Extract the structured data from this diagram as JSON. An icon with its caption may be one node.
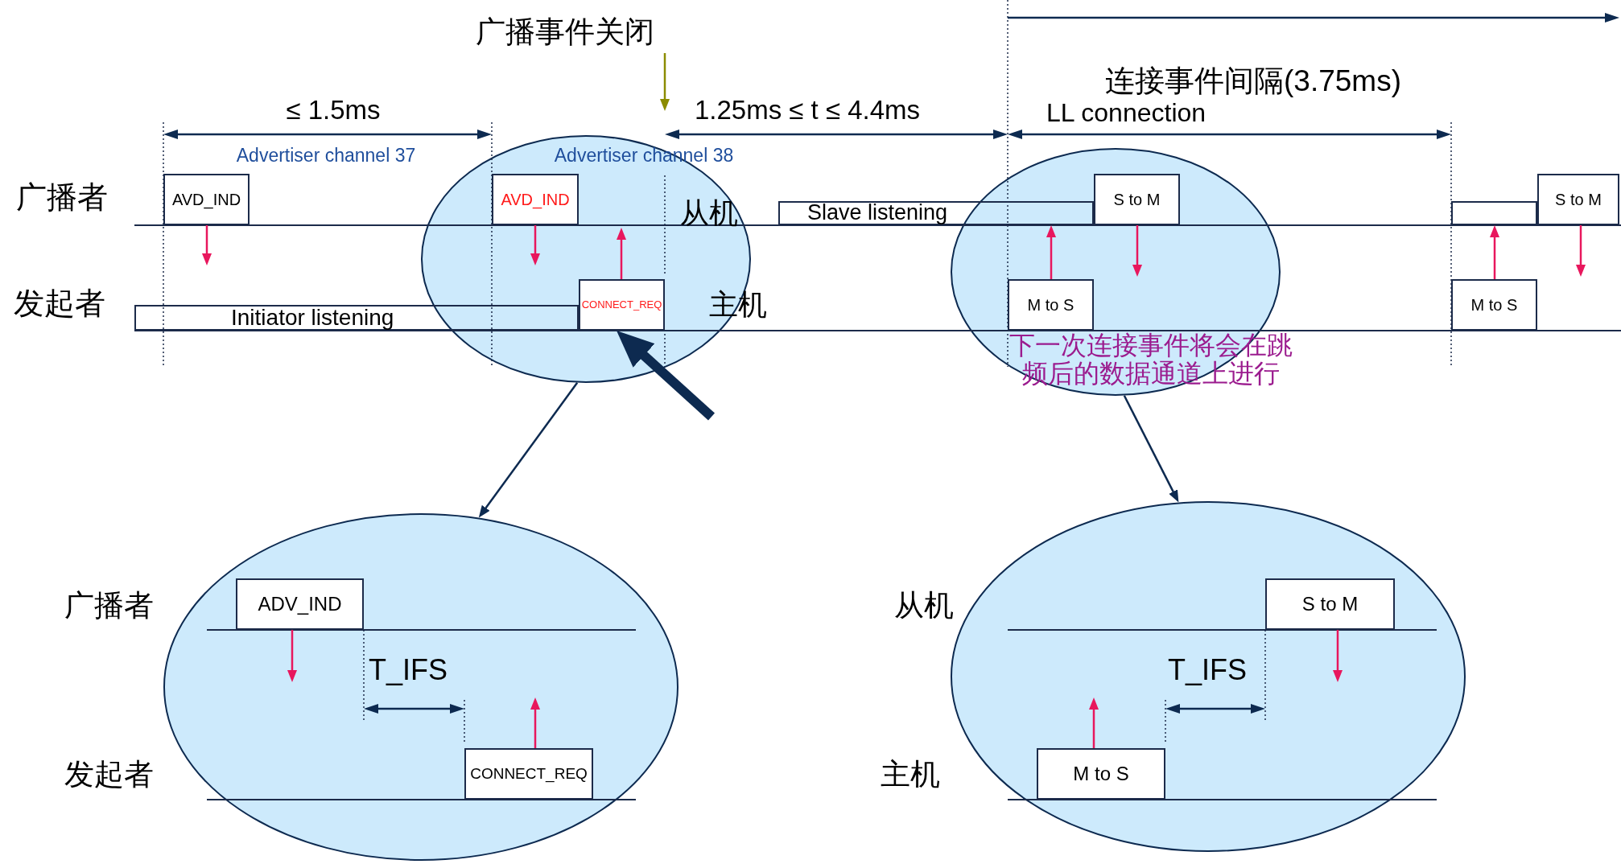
{
  "diagram": {
    "nodes": [
      {
        "text": [
          "广播事件关闭"
        ]
      },
      {
        "text": [],
        "shape": "ellipse"
      },
      {
        "text": [
          "AVD_IND"
        ]
      },
      {
        "text": [
          "AVD_IND"
        ],
        "in": 1
      },
      {
        "text": [
          "Initiator listening"
        ]
      },
      {
        "text": [
          "CONNECT_REQ"
        ],
        "in": 1
      },
      {
        "text": [],
        "shape": "ellipse"
      },
      {
        "text": [
          "Slave listening"
        ]
      },
      {
        "text": [
          "S to M"
        ],
        "in": 6
      },
      {
        "text": [
          "M to S"
        ],
        "in": 6
      },
      {
        "text": [],
        "shape": "box"
      },
      {
        "text": [
          "S to M"
        ]
      },
      {
        "text": [
          "M to S"
        ]
      },
      {
        "text": [],
        "shape": "ellipse"
      },
      {
        "text": [
          "ADV_IND"
        ],
        "in": 13
      },
      {
        "text": [
          "CONNECT_REQ"
        ],
        "in": 13
      },
      {
        "text": [],
        "shape": "ellipse"
      },
      {
        "text": [
          "S to M"
        ],
        "in": 16
      },
      {
        "text": [
          "M to S"
        ],
        "in": 16
      }
    ],
    "edges": [
      {
        "from": 2,
        "to": null,
        "arrow": "to"
      },
      {
        "from": 3,
        "to": null,
        "arrow": "to"
      },
      {
        "from": 5,
        "to": null,
        "arrow": "to"
      },
      {
        "from": 0,
        "to": null,
        "arrow": "to",
        "color": "#8c8c00"
      },
      {
        "from": null,
        "to": 5,
        "arrow": "to",
        "style": "thick",
        "color": "#0d2a50"
      },
      {
        "from": 9,
        "to": 7,
        "arrow": "to"
      },
      {
        "from": 8,
        "to": null,
        "arrow": "to"
      },
      {
        "from": 12,
        "to": 10,
        "arrow": "to"
      },
      {
        "from": 11,
        "to": null,
        "arrow": "to"
      },
      {
        "from": 1,
        "to": 13,
        "arrow": "to",
        "color": "#0d2a50"
      },
      {
        "from": 6,
        "to": 16,
        "arrow": "to",
        "color": "#0d2a50"
      },
      {
        "from": 14,
        "to": null,
        "arrow": "to"
      },
      {
        "from": 15,
        "to": null,
        "arrow": "to"
      },
      {
        "from": 17,
        "to": null,
        "arrow": "to"
      },
      {
        "from": 18,
        "to": null,
        "arrow": "to"
      }
    ],
    "labels": [
      "连接事件间隔(3.75ms)",
      "≤ 1.5ms",
      "1.25ms ≤ t ≤ 4.4ms",
      "LL connection",
      "Advertiser channel 37",
      "Advertiser channel 38",
      "广播者",
      "从机",
      "发起者",
      "主机",
      "下一次连接事件将会在跳频后的数据通道上进行",
      "广播者",
      "从机",
      "T_IFS",
      "T_IFS",
      "发起者",
      "主机"
    ]
  }
}
